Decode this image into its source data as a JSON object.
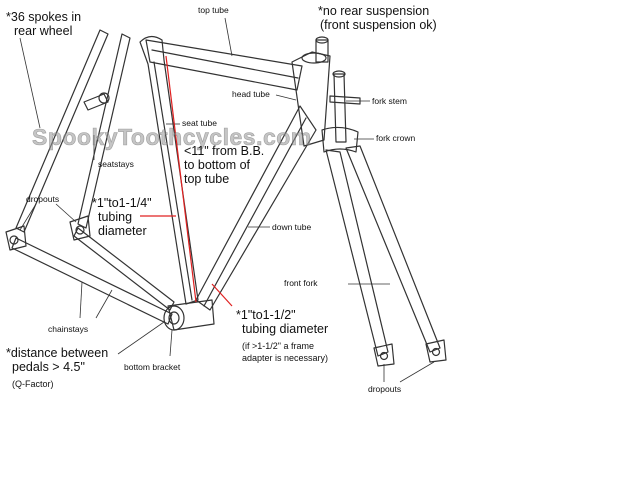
{
  "watermark": "SpookyToothcycles.com",
  "labels": {
    "spokes_note": [
      "*36 spokes in",
      "rear wheel"
    ],
    "suspension_note": [
      "*no rear suspension",
      "(front suspension ok)"
    ],
    "top_tube": "top tube",
    "head_tube": "head tube",
    "fork_stem": "fork stem",
    "fork_crown": "fork crown",
    "seat_tube": "seat tube",
    "seat_tube_note": [
      "<11\" from B.B.",
      "to bottom of",
      "top tube"
    ],
    "seatstays": "seatstays",
    "dropouts_rear": "dropouts",
    "tubing_rear": [
      "*1\"to1-1/4\"",
      "tubing",
      "diameter"
    ],
    "down_tube": "down tube",
    "front_fork": "front fork",
    "tubing_front": [
      "*1\"to1-1/2\"",
      "tubing diameter"
    ],
    "adapter_note": [
      "(if >1-1/2\" a frame",
      "adapter is necessary)"
    ],
    "chainstays": "chainstays",
    "q_note": [
      "*distance between",
      "pedals > 4.5\""
    ],
    "q_factor": "(Q-Factor)",
    "bottom_bracket": "bottom bracket",
    "dropouts_front": "dropouts"
  },
  "colors": {
    "annotation_line": "#e02020",
    "frame_stroke": "#333333"
  }
}
